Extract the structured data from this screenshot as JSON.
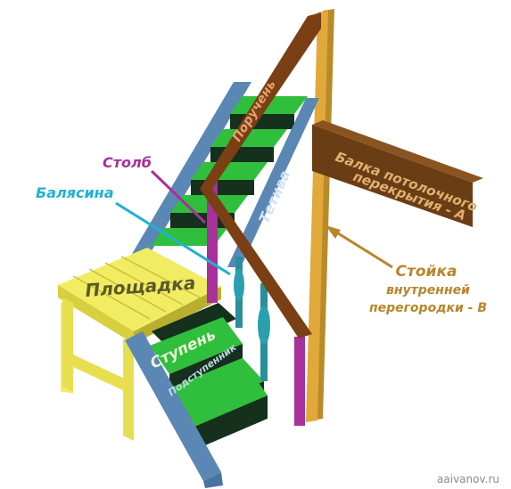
{
  "labels": {
    "stolb": "Столб",
    "balyasina": "Балясина",
    "poruchen": "Поручень",
    "tetiva": "Тетива",
    "ploshchadka": "Площадка",
    "stupen": "Ступень",
    "podstupennik": "Подступенник",
    "balka_line1": "Балка потолочного",
    "balka_line2": "перекрытия - А",
    "stoyka_line1": "Стойка",
    "stoyka_line2": "внутренней",
    "stoyka_line3": "перегородки - В",
    "watermark": "aaivanov.ru"
  },
  "colors": {
    "stringer": "#5b87b4",
    "tread_top": "#2fbf3c",
    "riser": "#15301c",
    "landing": "#f2ec63",
    "post": "#a8309c",
    "baluster": "#2a8f9c",
    "handrail": "#7a3f14",
    "beam": "#6b3d15",
    "stud": "#cc9a2e",
    "stolb_label": "#a8309c",
    "balyasina_label": "#1fb2d0",
    "stoyka_label": "#b8862a"
  }
}
